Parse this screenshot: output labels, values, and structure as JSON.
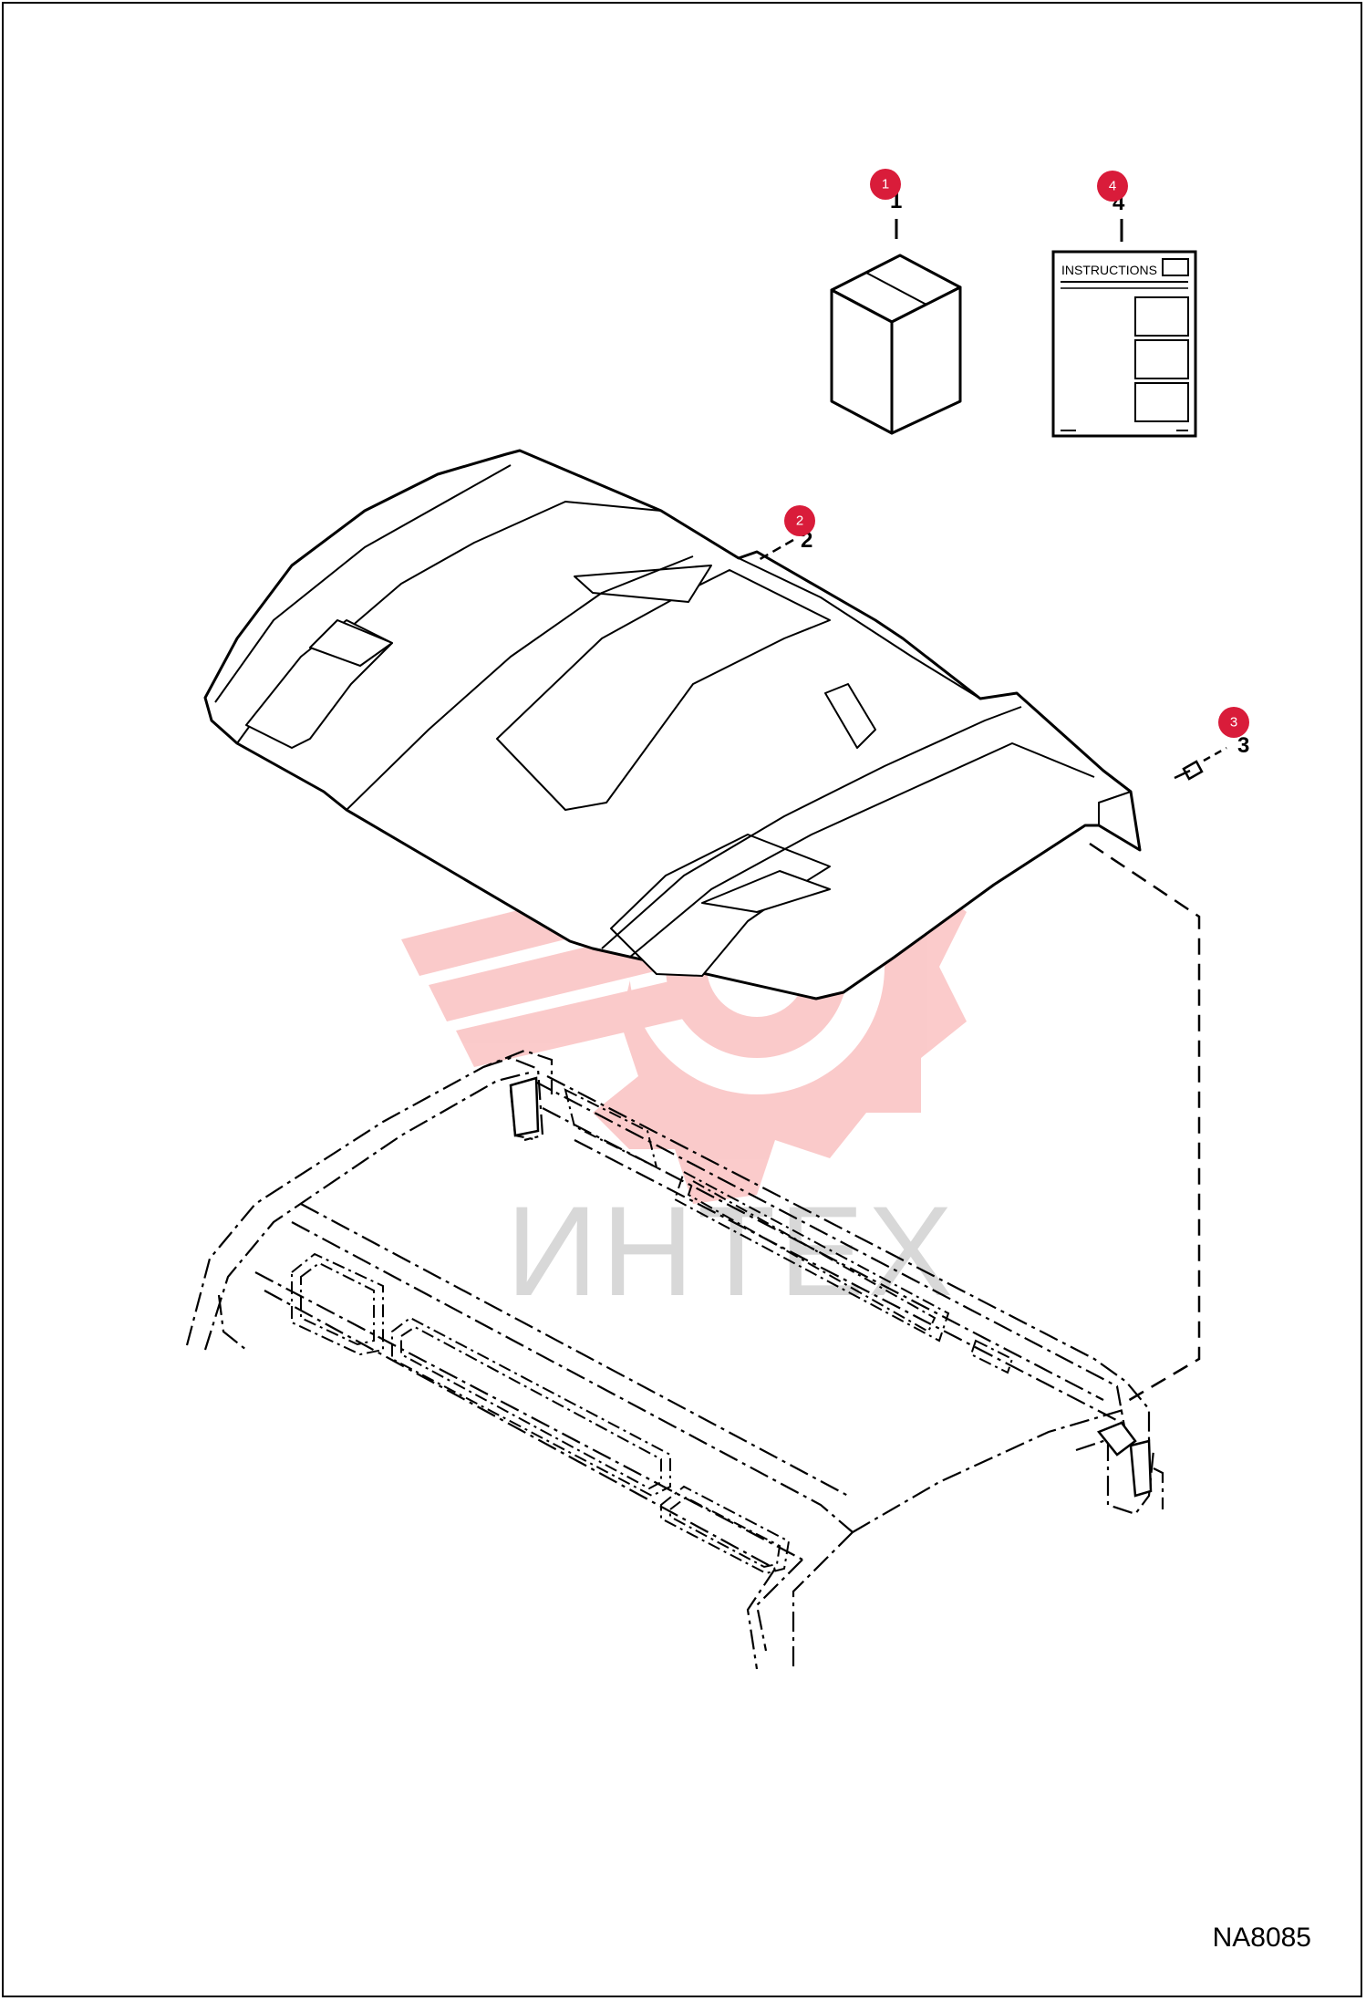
{
  "drawing_number": "NA8085",
  "watermark_text": "ИНТЕХ",
  "instructions_label": "INSTRUCTIONS",
  "callouts": [
    {
      "badge": "1",
      "ref": "1",
      "part": "box-kit"
    },
    {
      "badge": "2",
      "ref": "2",
      "part": "roof"
    },
    {
      "badge": "3",
      "ref": "3",
      "part": "screw"
    },
    {
      "badge": "4",
      "ref": "4",
      "part": "instruction-sheet"
    }
  ],
  "colors": {
    "badge": "#d91c3a",
    "line": "#000000",
    "watermark": "#f08080"
  }
}
